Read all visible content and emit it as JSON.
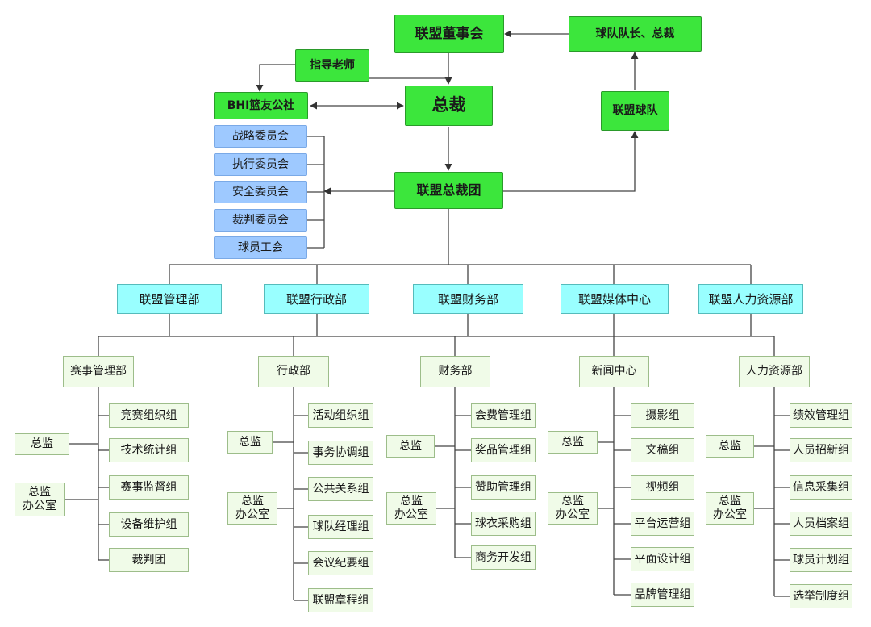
{
  "top": {
    "board": "联盟董事会",
    "captains": "球队队长、总裁",
    "advisor": "指导老师",
    "bhi": "BHI篮友公社",
    "president": "总裁",
    "teams": "联盟球队",
    "executive": "联盟总裁团"
  },
  "committees": [
    "战略委员会",
    "执行委员会",
    "安全委员会",
    "裁判委员会",
    "球员工会"
  ],
  "departments": [
    "联盟管理部",
    "联盟行政部",
    "联盟财务部",
    "联盟媒体中心",
    "联盟人力资源部"
  ],
  "branches": [
    {
      "head": "赛事管理部",
      "director": "总监",
      "office": "总监\n办公室",
      "groups": [
        "竞赛组织组",
        "技术统计组",
        "赛事监督组",
        "设备维护组",
        "裁判团"
      ]
    },
    {
      "head": "行政部",
      "director": "总监",
      "office": "总监\n办公室",
      "groups": [
        "活动组织组",
        "事务协调组",
        "公共关系组",
        "球队经理组",
        "会议纪要组",
        "联盟章程组"
      ]
    },
    {
      "head": "财务部",
      "director": "总监",
      "office": "总监\n办公室",
      "groups": [
        "会费管理组",
        "奖品管理组",
        "赞助管理组",
        "球衣采购组",
        "商务开发组"
      ]
    },
    {
      "head": "新闻中心",
      "director": "总监",
      "office": "总监\n办公室",
      "groups": [
        "摄影组",
        "文稿组",
        "视频组",
        "平台运营组",
        "平面设计组",
        "品牌管理组"
      ]
    },
    {
      "head": "人力资源部",
      "director": "总监",
      "office": "总监\n办公室",
      "groups": [
        "绩效管理组",
        "人员招新组",
        "信息采集组",
        "人员档案组",
        "球员计划组",
        "选举制度组"
      ]
    }
  ]
}
